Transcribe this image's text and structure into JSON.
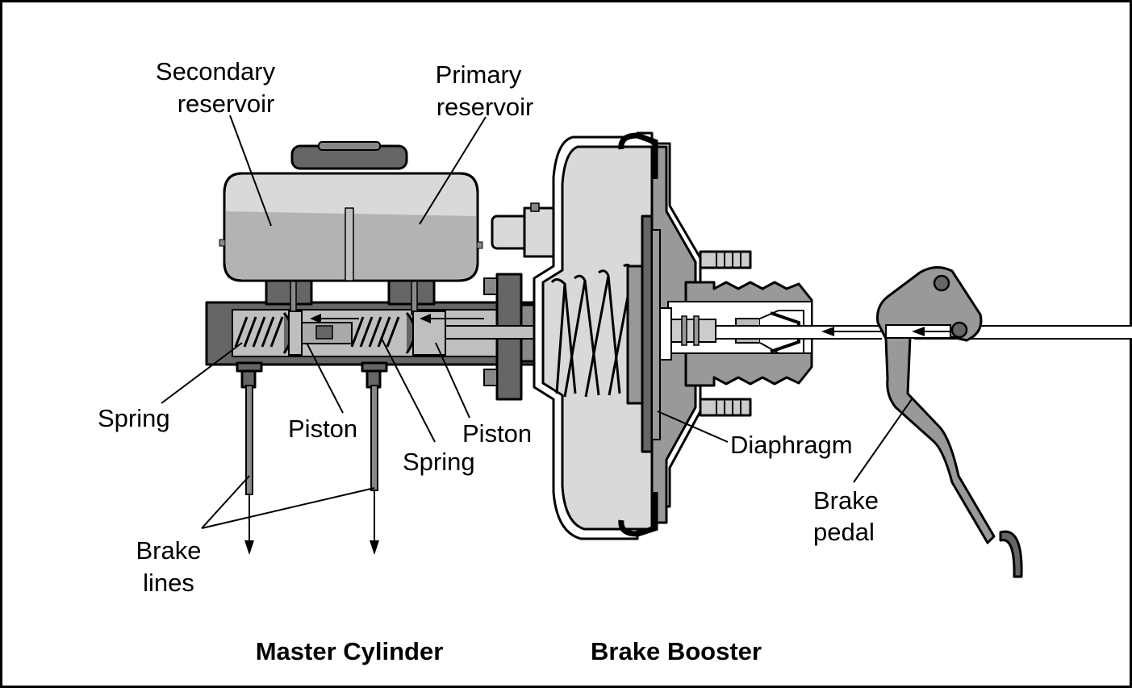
{
  "labels": {
    "secondary_reservoir": [
      "Secondary",
      "reservoir"
    ],
    "primary_reservoir": [
      "Primary",
      "reservoir"
    ],
    "spring_left": "Spring",
    "piston_left": "Piston",
    "spring_middle": "Spring",
    "piston_right": "Piston",
    "diaphragm": "Diaphragm",
    "brake_pedal": [
      "Brake",
      "pedal"
    ],
    "brake_lines": [
      "Brake",
      "lines"
    ]
  },
  "captions": {
    "master_cylinder": "Master Cylinder",
    "brake_booster": "Brake Booster"
  },
  "colors": {
    "dark_gray": "#666666",
    "mid_gray": "#999999",
    "light_gray": "#bfbfbf",
    "pale_gray": "#d9d9d9",
    "fluid_gray": "#b3b3b3",
    "outline": "#000000"
  }
}
